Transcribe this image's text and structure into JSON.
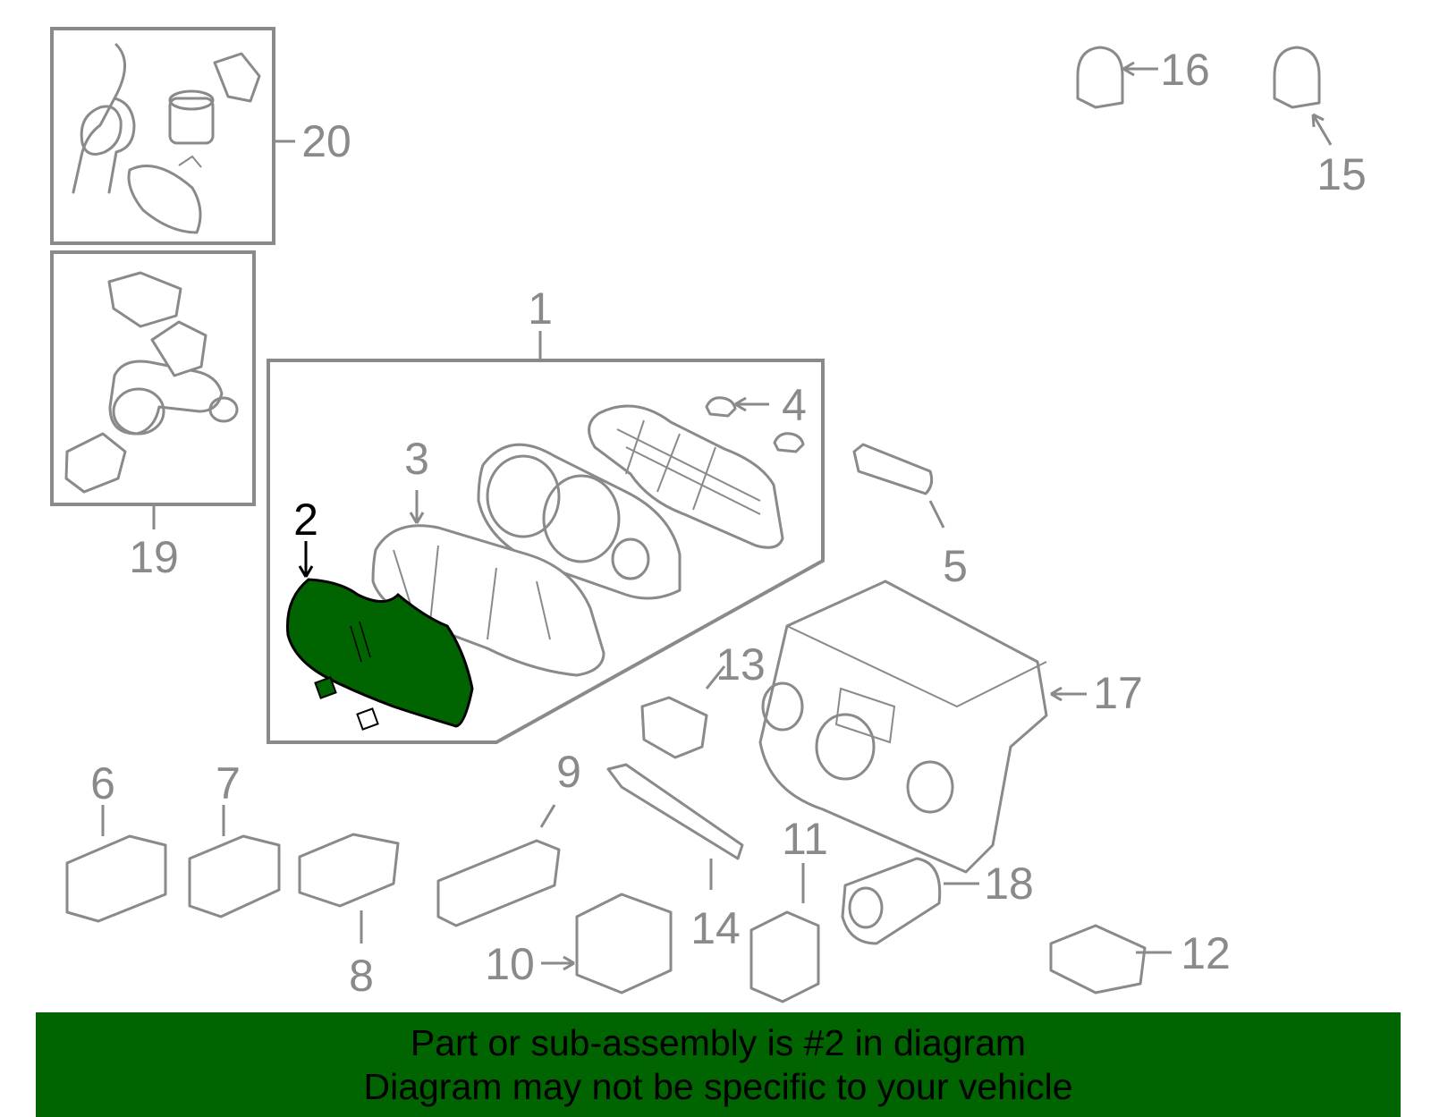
{
  "diagram": {
    "highlight_color": "#006400",
    "callouts": [
      {
        "id": "1",
        "label": "1"
      },
      {
        "id": "2",
        "label": "2",
        "highlighted": true
      },
      {
        "id": "3",
        "label": "3"
      },
      {
        "id": "4",
        "label": "4"
      },
      {
        "id": "5",
        "label": "5"
      },
      {
        "id": "6",
        "label": "6"
      },
      {
        "id": "7",
        "label": "7"
      },
      {
        "id": "8",
        "label": "8"
      },
      {
        "id": "9",
        "label": "9"
      },
      {
        "id": "10",
        "label": "10"
      },
      {
        "id": "11",
        "label": "11"
      },
      {
        "id": "12",
        "label": "12"
      },
      {
        "id": "13",
        "label": "13"
      },
      {
        "id": "14",
        "label": "14"
      },
      {
        "id": "15",
        "label": "15"
      },
      {
        "id": "16",
        "label": "16"
      },
      {
        "id": "17",
        "label": "17"
      },
      {
        "id": "18",
        "label": "18"
      },
      {
        "id": "19",
        "label": "19"
      },
      {
        "id": "20",
        "label": "20"
      }
    ]
  },
  "banner": {
    "line1": "Part or sub-assembly is #2 in diagram",
    "line2": "Diagram may not be specific to your vehicle"
  }
}
